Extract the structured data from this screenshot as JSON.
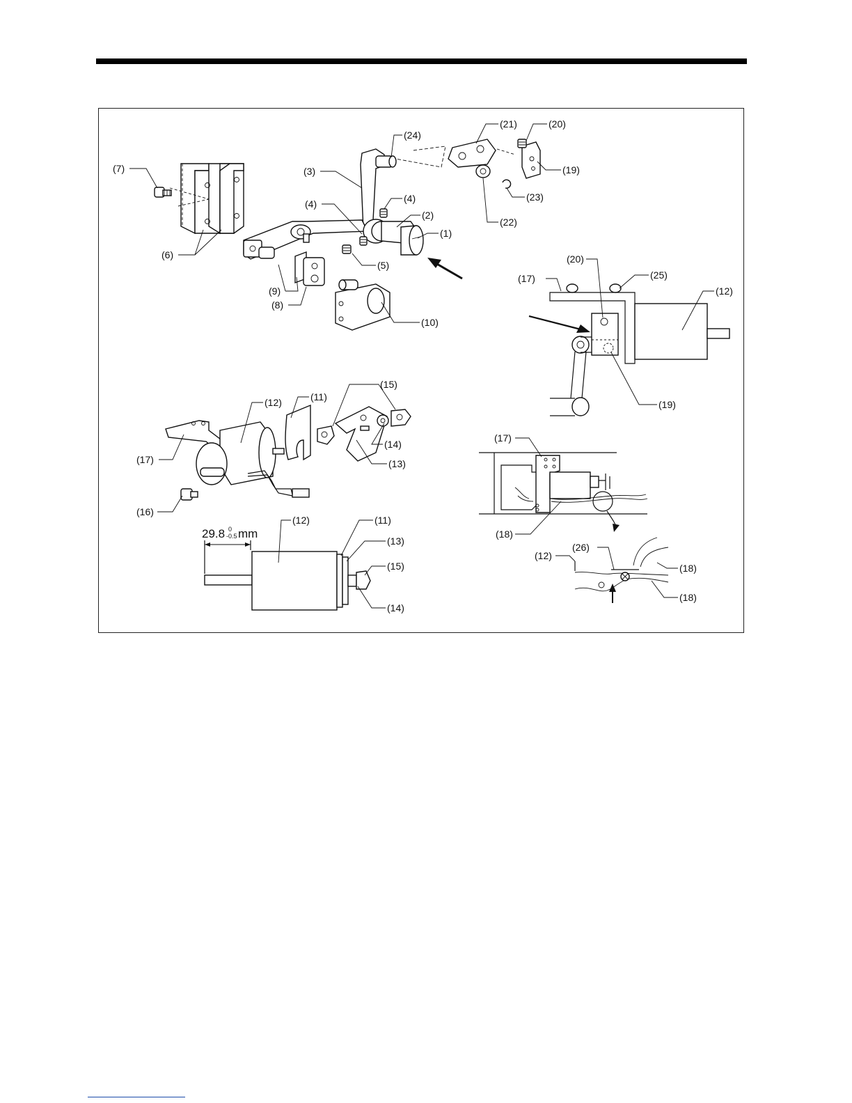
{
  "callouts": {
    "c1": "(1)",
    "c2": "(2)",
    "c3": "(3)",
    "c4a": "(4)",
    "c4b": "(4)",
    "c5": "(5)",
    "c6": "(6)",
    "c7": "(7)",
    "c8": "(8)",
    "c9": "(9)",
    "c10": "(10)",
    "c11": "(11)",
    "c12": "(12)",
    "c13": "(13)",
    "c14": "(14)",
    "c15": "(15)",
    "c16": "(16)",
    "c17": "(17)",
    "c19": "(19)",
    "c20": "(20)",
    "c21": "(21)",
    "c22": "(22)",
    "c23": "(23)",
    "c24": "(24)",
    "r_c17": "(17)",
    "r_c20": "(20)",
    "r_c25": "(25)",
    "r_c12": "(12)",
    "r_c19": "(19)",
    "w_c17": "(17)",
    "w_c18": "(18)",
    "d_c12": "(12)",
    "d_c26": "(26)",
    "d_c18a": "(18)",
    "d_c18b": "(18)",
    "s_c12": "(12)",
    "s_c11": "(11)",
    "s_c13": "(13)",
    "s_c15": "(15)",
    "s_c14": "(14)"
  },
  "dimension": {
    "value": "29.8",
    "tol_upper": "0",
    "tol_lower": "-0.5",
    "unit": "mm"
  }
}
